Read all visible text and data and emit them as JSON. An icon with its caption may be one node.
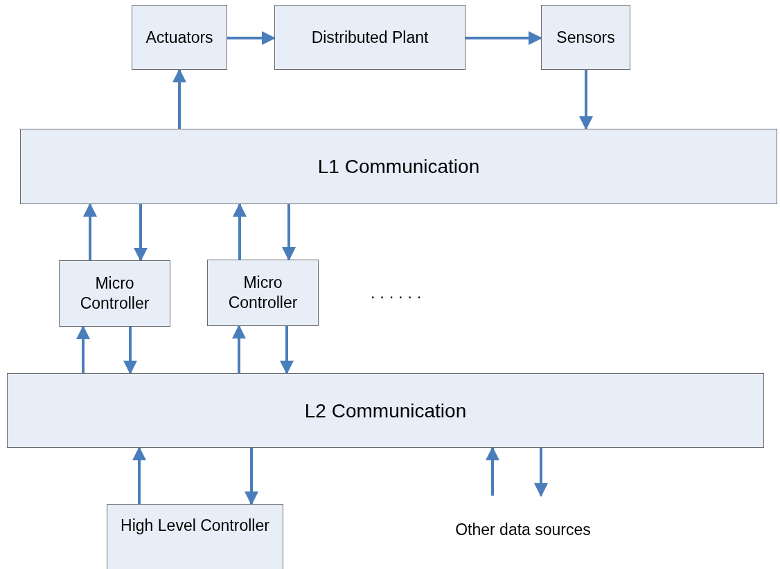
{
  "diagram": {
    "nodes": [
      {
        "text": [
          "Actuators"
        ]
      },
      {
        "text": [
          "Distributed Plant"
        ]
      },
      {
        "text": [
          "Sensors"
        ]
      },
      {
        "text": [
          "L1 Communication"
        ]
      },
      {
        "text": [
          "Micro Controller"
        ]
      },
      {
        "text": [
          "Micro Controller"
        ]
      },
      {
        "text": [
          "L2 Communication"
        ]
      },
      {
        "text": [
          "High Level Controller"
        ]
      },
      {
        "text": [
          "Other data sources"
        ]
      }
    ],
    "edges": [
      {
        "from": 0,
        "to": 1,
        "arrow": "to"
      },
      {
        "from": 1,
        "to": 2,
        "arrow": "to"
      },
      {
        "from": 3,
        "to": 0,
        "arrow": "to"
      },
      {
        "from": 2,
        "to": 3,
        "arrow": "to"
      },
      {
        "from": 4,
        "to": 3,
        "arrow": "to"
      },
      {
        "from": 3,
        "to": 4,
        "arrow": "to"
      },
      {
        "from": 5,
        "to": 3,
        "arrow": "to"
      },
      {
        "from": 3,
        "to": 5,
        "arrow": "to"
      },
      {
        "from": 6,
        "to": 4,
        "arrow": "to"
      },
      {
        "from": 4,
        "to": 6,
        "arrow": "to"
      },
      {
        "from": 6,
        "to": 5,
        "arrow": "to"
      },
      {
        "from": 5,
        "to": 6,
        "arrow": "to"
      },
      {
        "from": 7,
        "to": 6,
        "arrow": "to"
      },
      {
        "from": 6,
        "to": 7,
        "arrow": "to"
      },
      {
        "from": 8,
        "to": 6,
        "arrow": "to"
      },
      {
        "from": 6,
        "to": 8,
        "arrow": "to"
      }
    ],
    "labels": [
      ". . . . . ."
    ]
  }
}
